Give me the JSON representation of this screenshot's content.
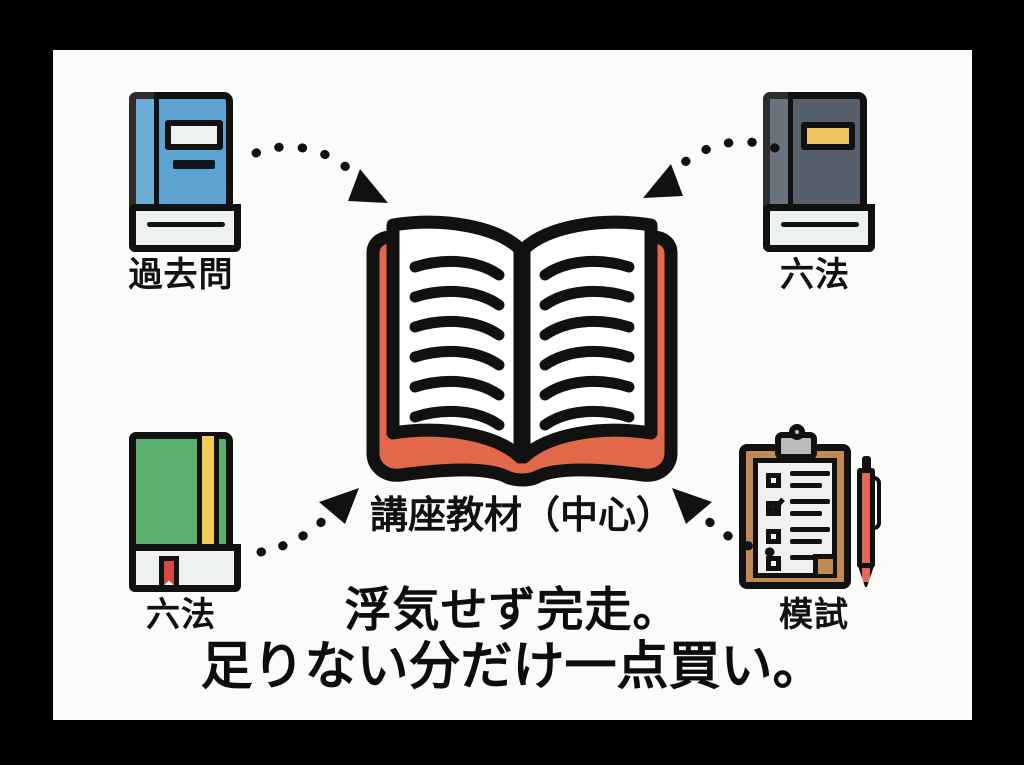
{
  "canvas": {
    "background_color": "#fbfbfa",
    "frame_color": "#000000"
  },
  "center": {
    "label": "講座教材（中心）",
    "icon": "open-book-icon",
    "cover_color": "#e2684a",
    "page_color": "#ffffff",
    "line_count_per_page": 6
  },
  "nodes": [
    {
      "id": "past-exams",
      "label": "過去問",
      "icon": "closed-book-icon",
      "color": "#5ba3d0",
      "accent": "#eef1f2",
      "position": "top-left"
    },
    {
      "id": "law-codes-top",
      "label": "六法",
      "icon": "closed-book-icon",
      "color": "#55606b",
      "accent": "#efc75e",
      "position": "top-right"
    },
    {
      "id": "law-codes-bottom",
      "label": "六法",
      "icon": "closed-book-icon",
      "color": "#5bb06e",
      "accent": "#f0cb52",
      "position": "bottom-left"
    },
    {
      "id": "mock-exam",
      "label": "模試",
      "icon": "clipboard-checklist-icon",
      "color": "#c08a54",
      "accent": "#e2685c",
      "position": "bottom-right"
    }
  ],
  "arrows": [
    {
      "id": "arrow-top-left",
      "from": "past-exams",
      "to": "center",
      "direction": "down-right",
      "style": "dotted-curved"
    },
    {
      "id": "arrow-top-right",
      "from": "law-codes-top",
      "to": "center",
      "direction": "down-left",
      "style": "dotted-curved"
    },
    {
      "id": "arrow-bottom-left",
      "from": "law-codes-bottom",
      "to": "center",
      "direction": "up-right",
      "style": "dotted-curved"
    },
    {
      "id": "arrow-bottom-right",
      "from": "mock-exam",
      "to": "center",
      "direction": "up-left",
      "style": "dotted-curved"
    }
  ],
  "caption": {
    "line1": "浮気せず完走。",
    "line2": "足りない分だけ一点買い。"
  }
}
